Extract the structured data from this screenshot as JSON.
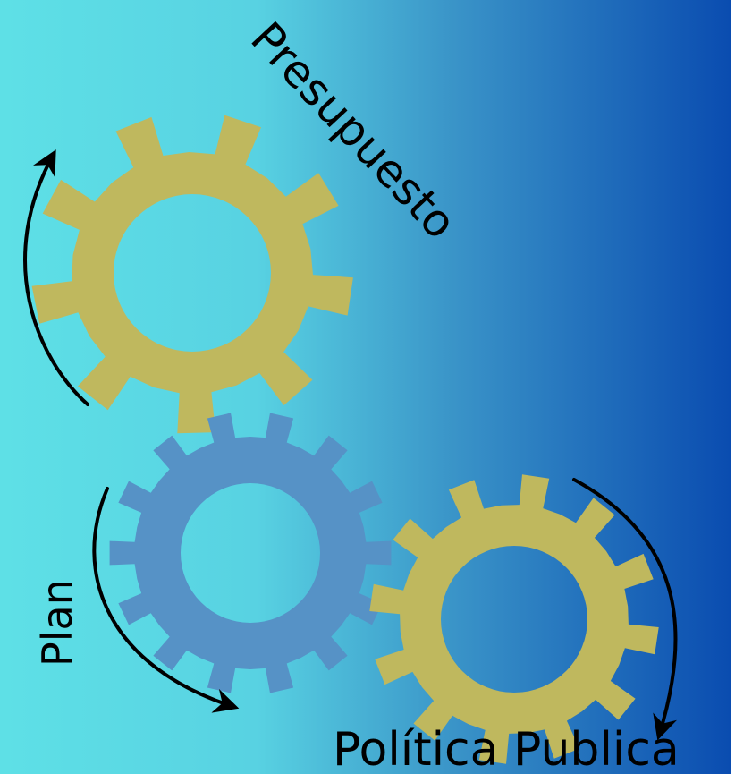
{
  "labels": {
    "presupuesto": "Presupuesto",
    "plan": "Plan",
    "politica": "Política Publica"
  },
  "colors": {
    "gradient_left": "#5ee0e6",
    "gradient_mid": "#3f9fcd",
    "gradient_right": "#0a4cb0",
    "gear_olive": "#bfb85e",
    "gear_blue": "#5692c6",
    "arrow": "#000000"
  },
  "icons": {
    "top_gear": "gear-icon",
    "middle_gear": "gear-icon",
    "bottom_gear": "gear-icon"
  }
}
